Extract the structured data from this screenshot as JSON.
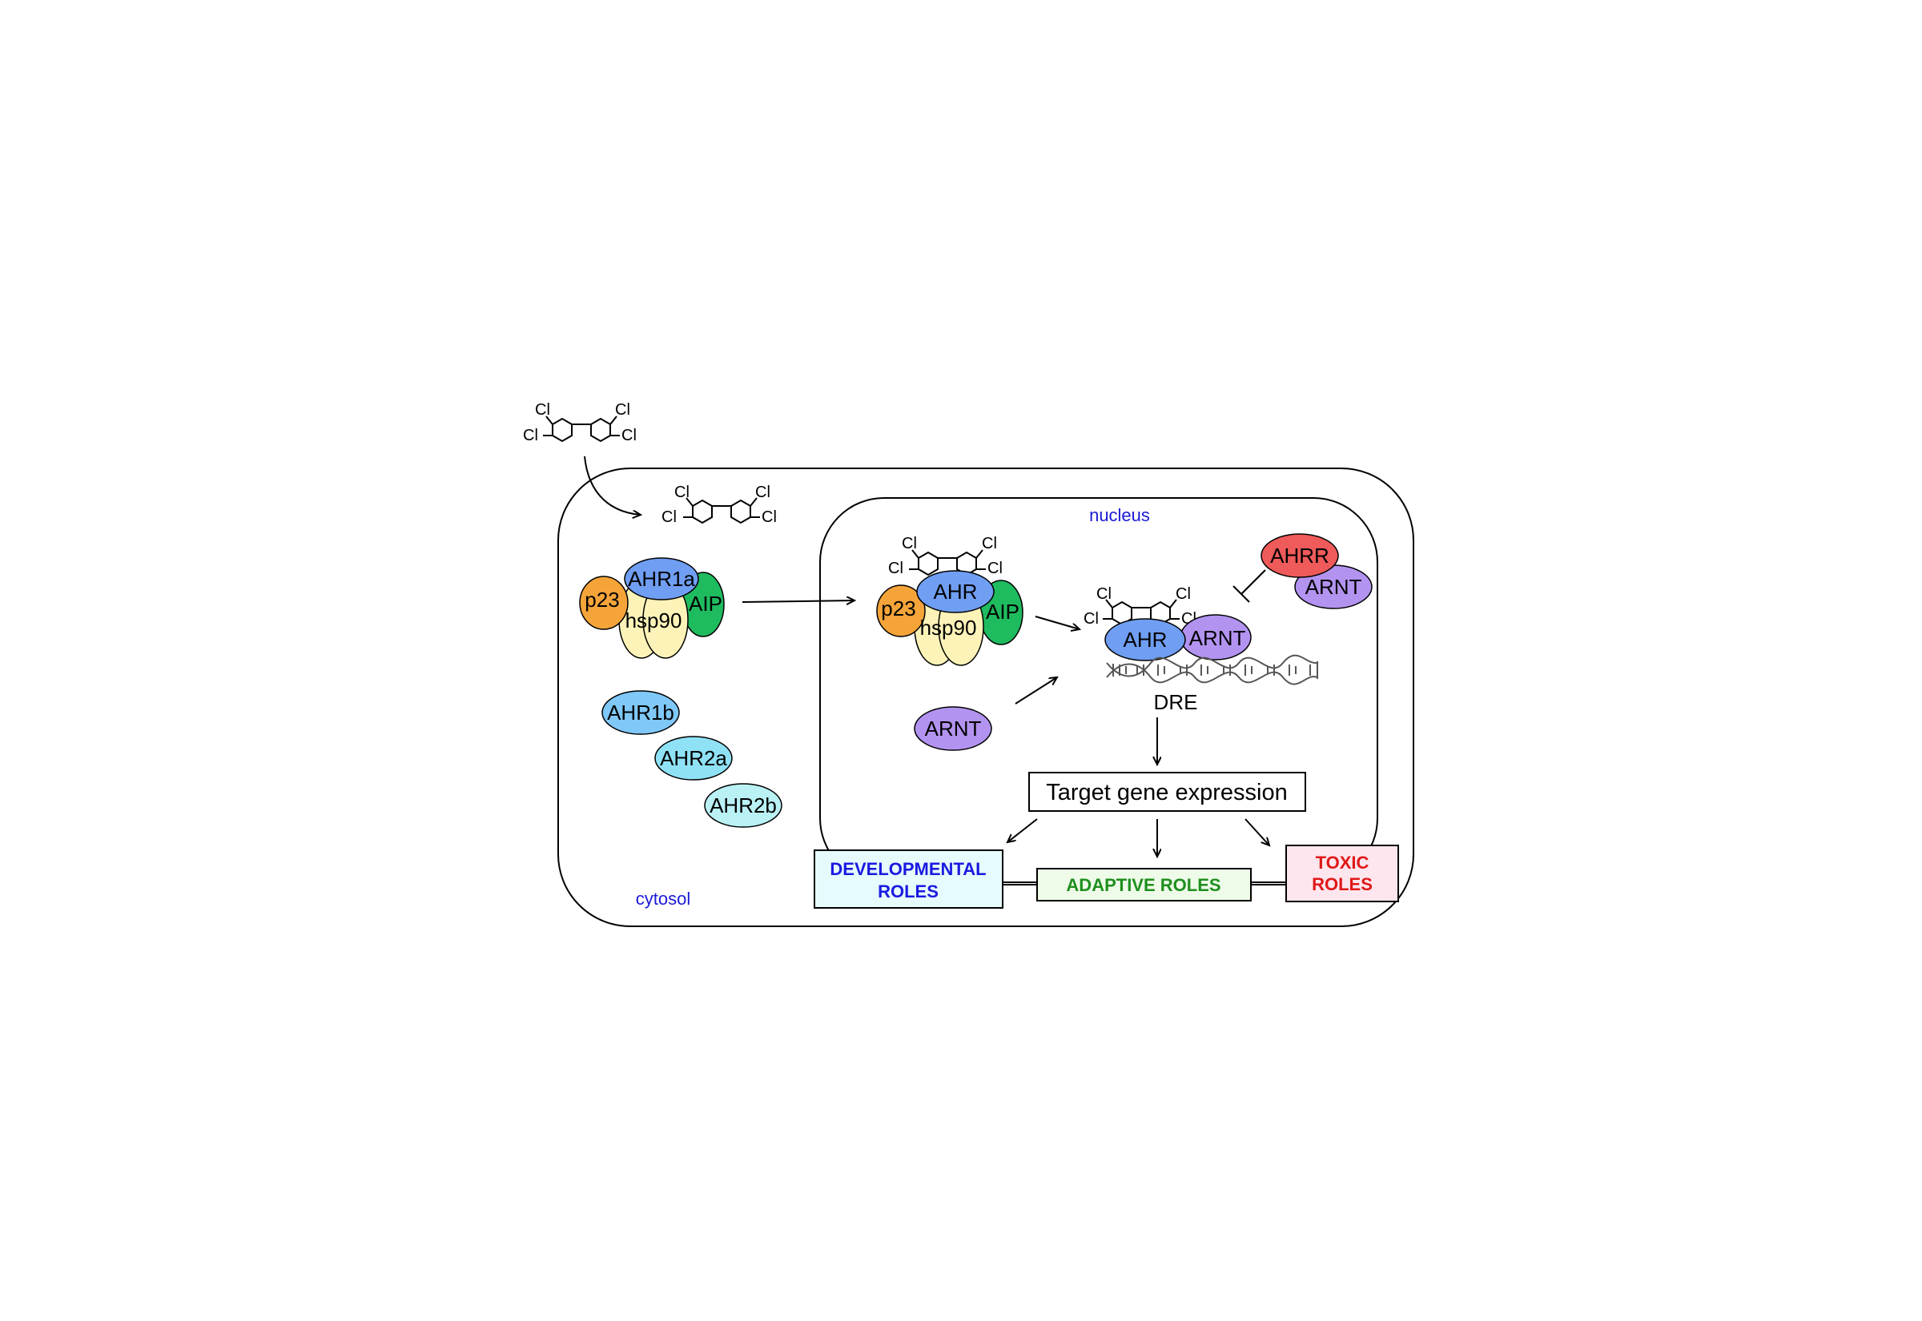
{
  "compartments": {
    "nucleus": "nucleus",
    "cytosol": "cytosol"
  },
  "ligand": {
    "substituent": "Cl",
    "color": "#000000"
  },
  "cytosol_complex": {
    "receptor": "AHR1a",
    "cochaperone": "p23",
    "chaperone": "hsp90",
    "interacting_protein": "AIP"
  },
  "nuclear_complex": {
    "receptor": "AHR",
    "cochaperone": "p23",
    "chaperone": "hsp90",
    "interacting_protein": "AIP"
  },
  "paralogs": [
    "AHR1b",
    "AHR2a",
    "AHR2b"
  ],
  "free_partner": "ARNT",
  "dna_complex": {
    "receptor": "AHR",
    "partner": "ARNT",
    "element": "DRE"
  },
  "repressor": {
    "name": "AHRR",
    "partner": "ARNT"
  },
  "target_box": "Target gene expression",
  "outcomes": {
    "developmental": [
      "DEVELOPMENTAL",
      "ROLES"
    ],
    "adaptive": "ADAPTIVE ROLES",
    "toxic": [
      "TOXIC",
      "ROLES"
    ]
  },
  "colors": {
    "ahr": "#6f9ef2",
    "p23": "#f5a43a",
    "hsp90": "#fdf3b8",
    "aip": "#1fbb5f",
    "arnt": "#b393f0",
    "ahrr": "#ef5a5a",
    "ahr1b": "#7fc8f8",
    "ahr2a": "#8fe2f5",
    "ahr2b": "#b9f1f5",
    "compartment_label": "#1a1ad6",
    "developmental_text": "#1a1ae0",
    "developmental_fill": "#e6fbfd",
    "adaptive_text": "#1e8f1e",
    "adaptive_fill": "#eefbe8",
    "toxic_text": "#e01818",
    "toxic_fill": "#fde6ee"
  }
}
